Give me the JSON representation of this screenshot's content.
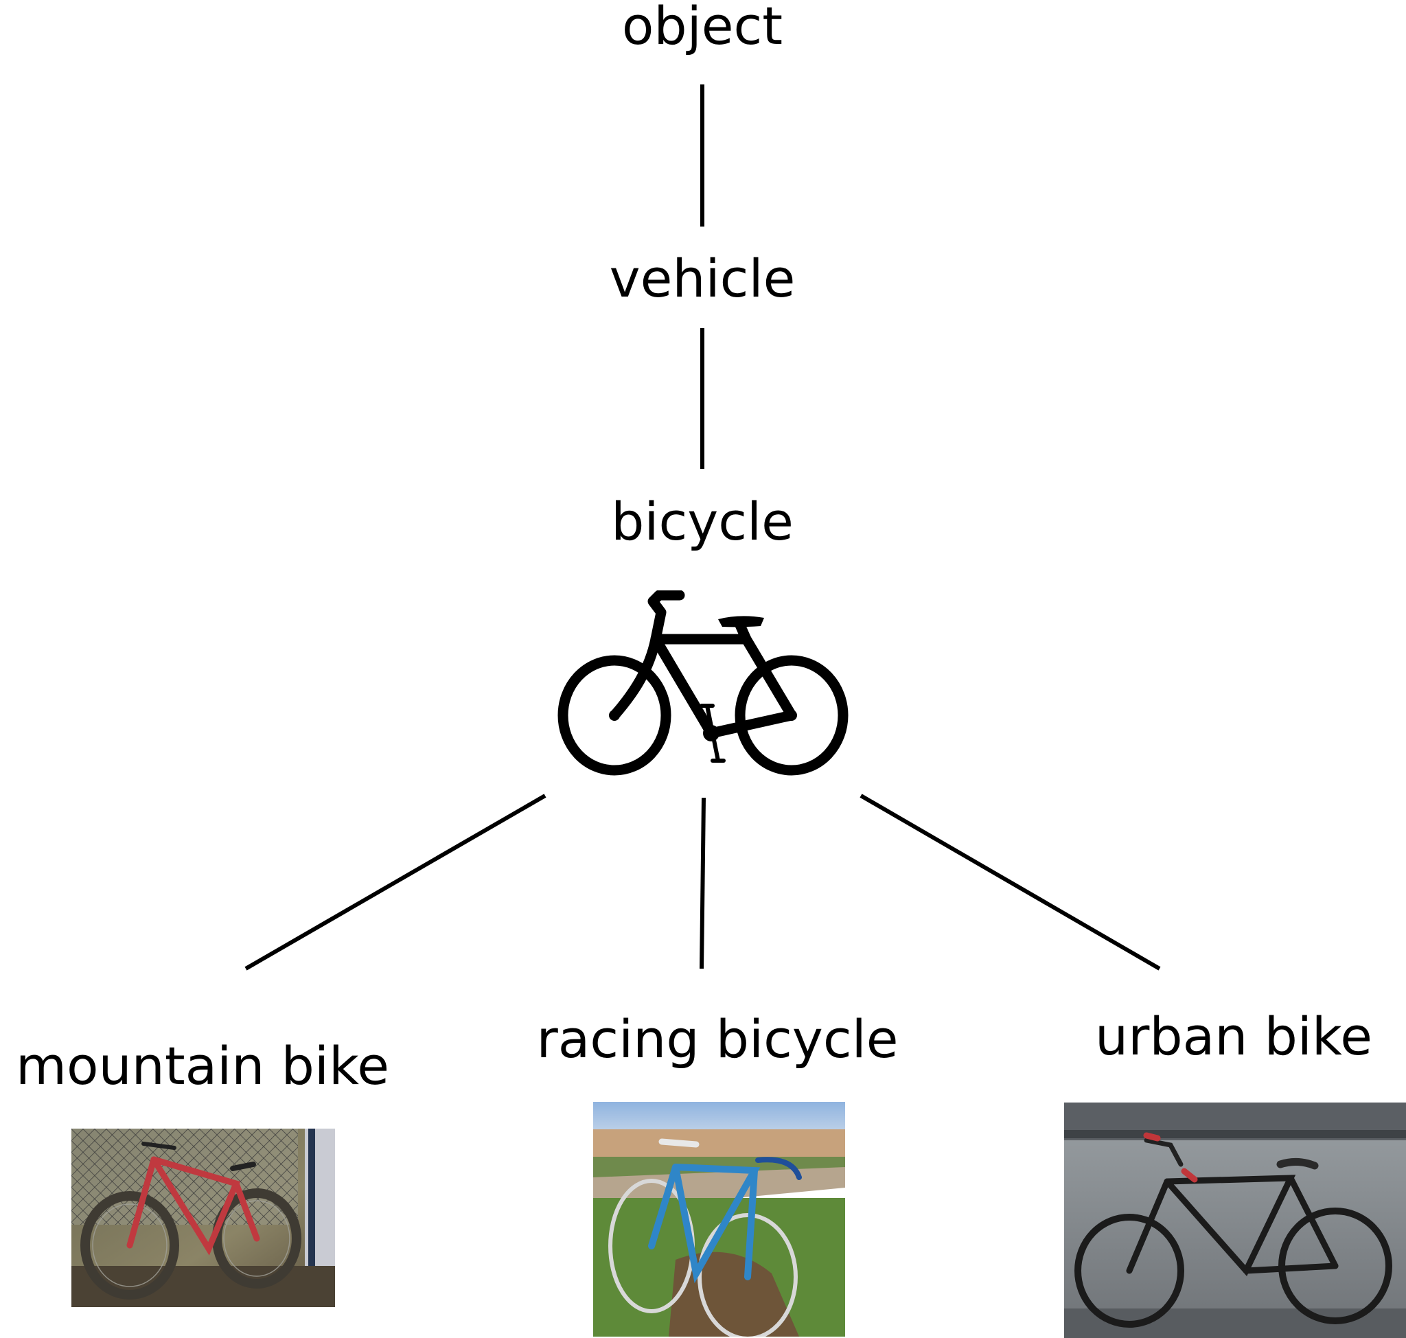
{
  "nodes": {
    "object": "object",
    "vehicle": "vehicle",
    "bicycle": "bicycle",
    "mountain_bike": "mountain bike",
    "racing_bicycle": "racing bicycle",
    "urban_bike": "urban bike"
  },
  "icons": {
    "bicycle": "bicycle-icon"
  },
  "photos": {
    "mountain_bike": "mountain-bike-photo",
    "racing_bicycle": "racing-bicycle-photo",
    "urban_bike": "urban-bike-photo"
  },
  "edges": [
    [
      "object",
      "vehicle"
    ],
    [
      "vehicle",
      "bicycle"
    ],
    [
      "bicycle",
      "mountain_bike"
    ],
    [
      "bicycle",
      "racing_bicycle"
    ],
    [
      "bicycle",
      "urban_bike"
    ]
  ],
  "colors": {
    "line": "#000000",
    "text": "#000000",
    "background": "#ffffff"
  }
}
